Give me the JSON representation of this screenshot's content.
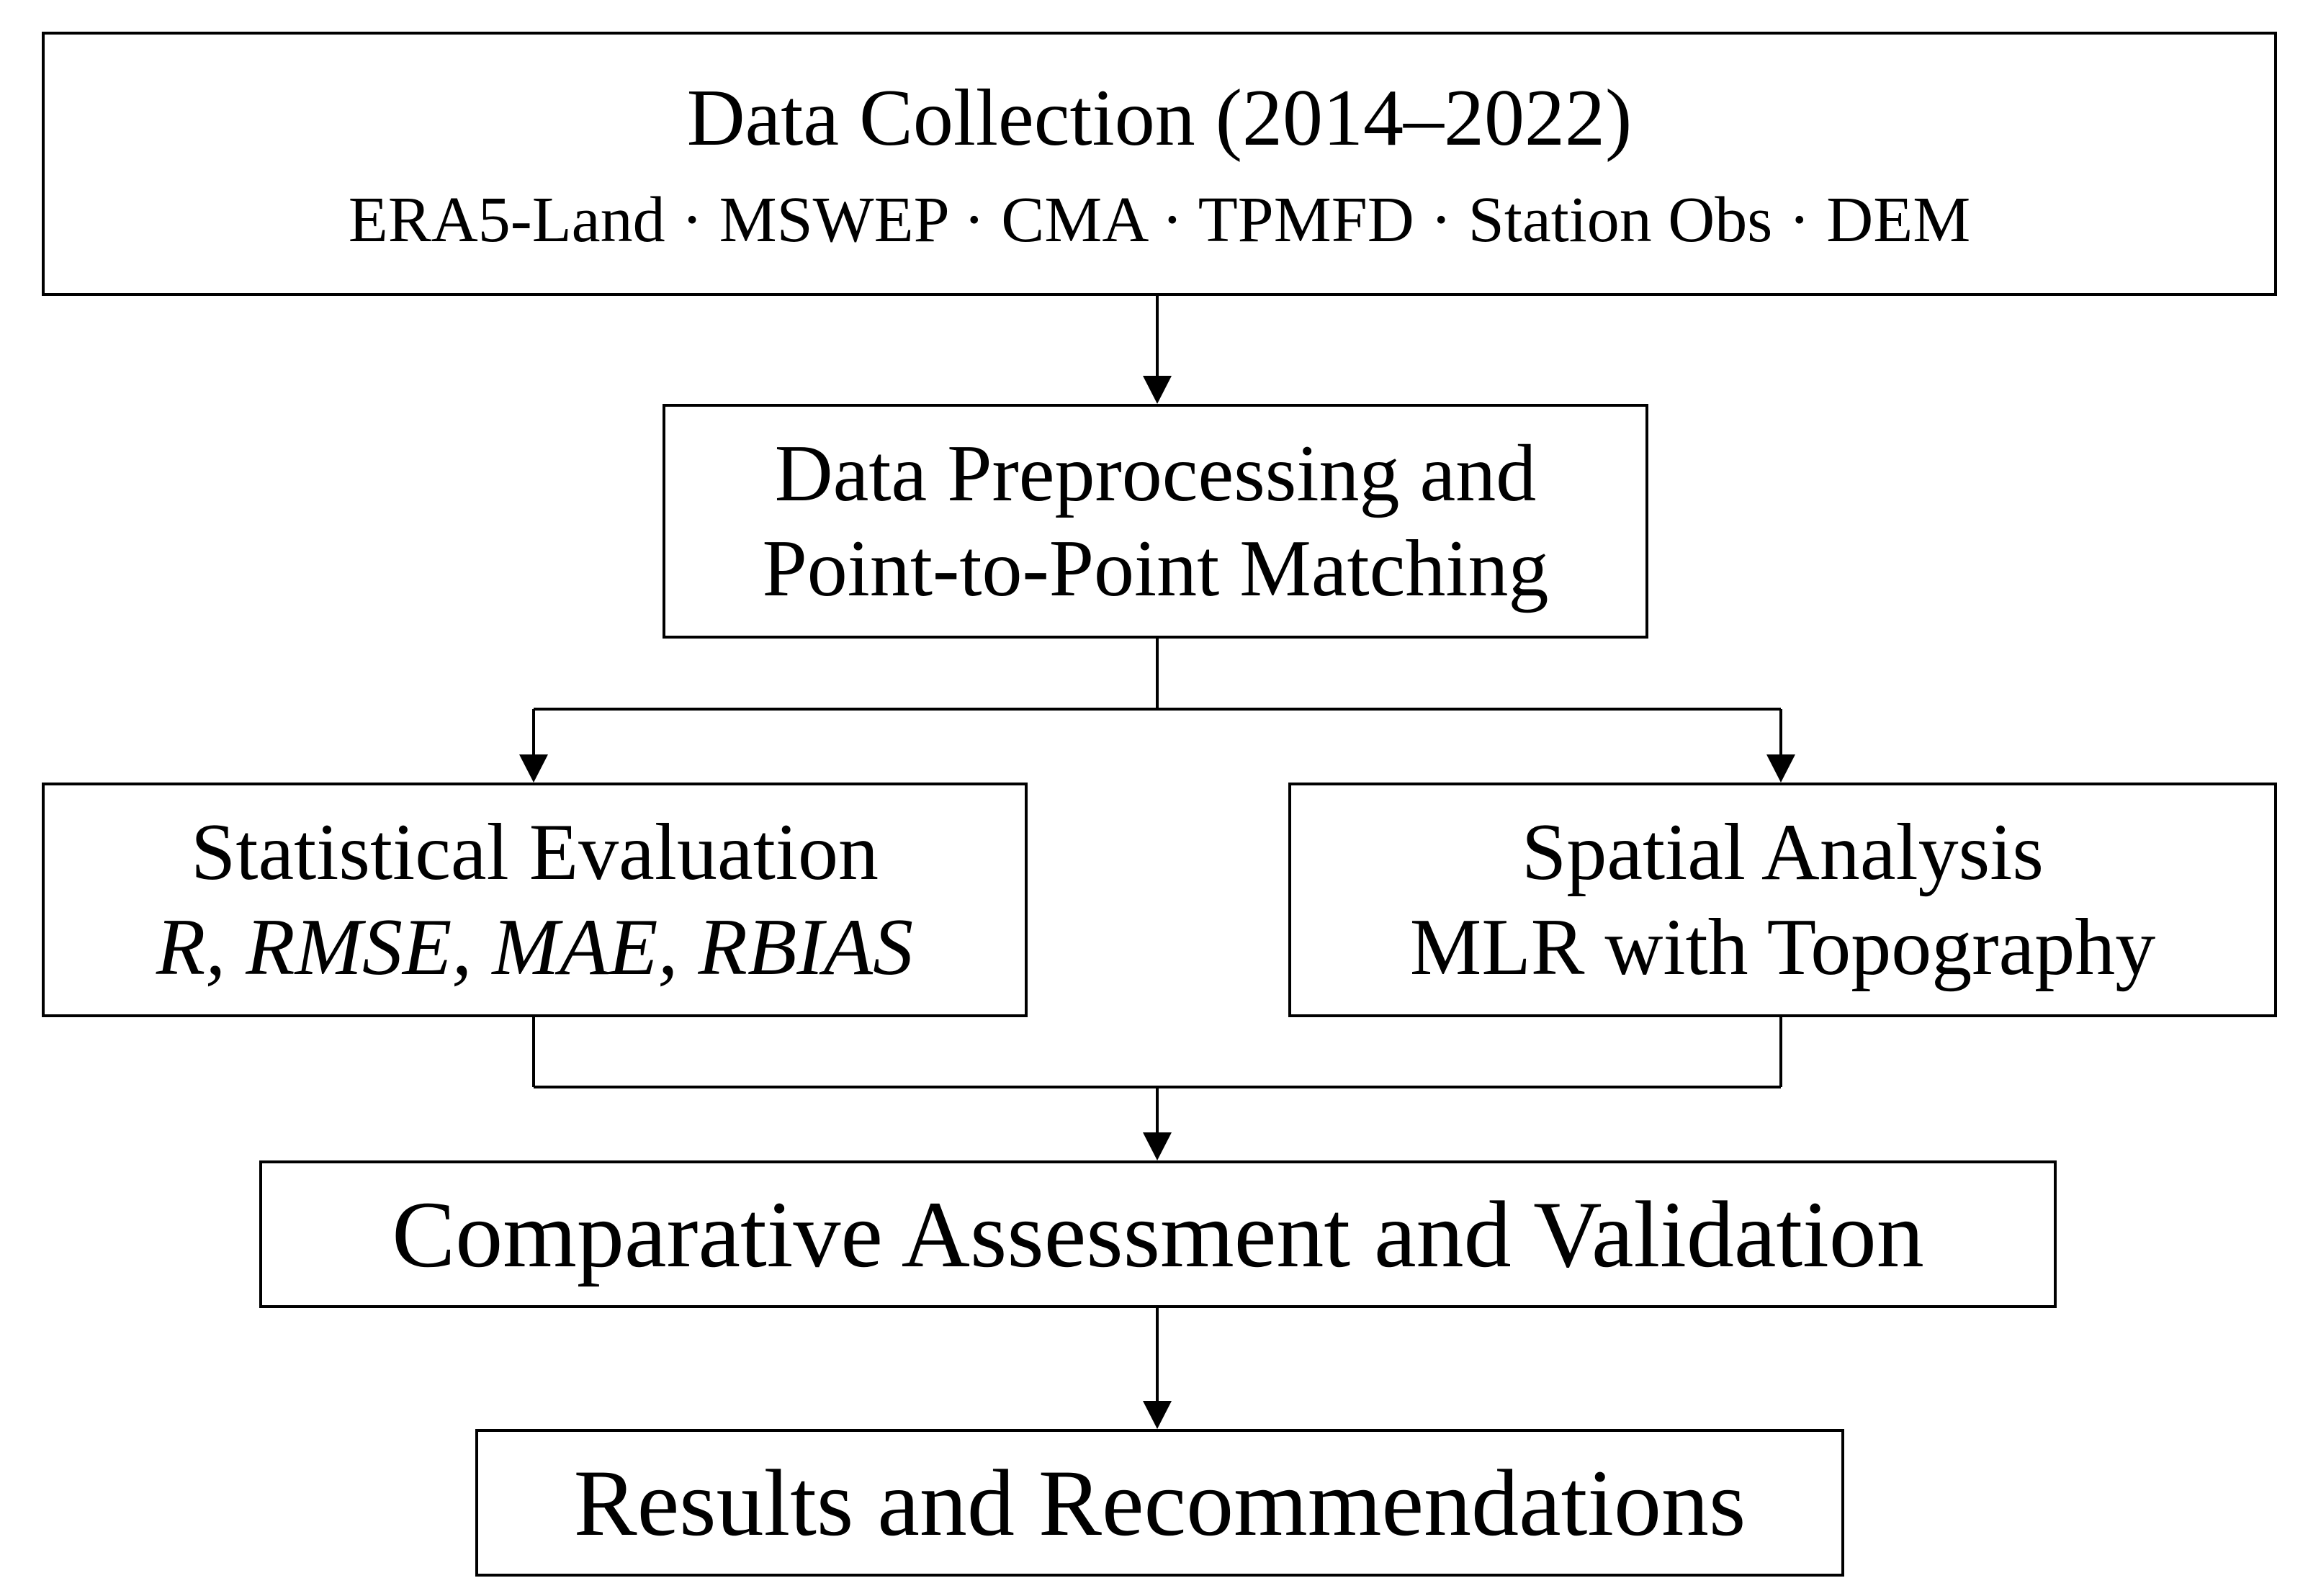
{
  "diagram": {
    "data_collection": {
      "title": "Data Collection (2014–2022)",
      "sources": "ERA5-Land · MSWEP · CMA · TPMFD · Station Obs · DEM"
    },
    "preprocessing": {
      "line1": "Data Preprocessing and",
      "line2": "Point-to-Point Matching"
    },
    "statistical_evaluation": {
      "title": "Statistical Evaluation",
      "metrics": "R, RMSE, MAE, RBIAS"
    },
    "spatial_analysis": {
      "title": "Spatial Analysis",
      "method": "MLR with Topography"
    },
    "comparative": {
      "title": "Comparative Assessment and Validation"
    },
    "results": {
      "title": "Results and Recommendations"
    }
  },
  "colors": {
    "stroke": "#000000",
    "background": "#ffffff"
  }
}
